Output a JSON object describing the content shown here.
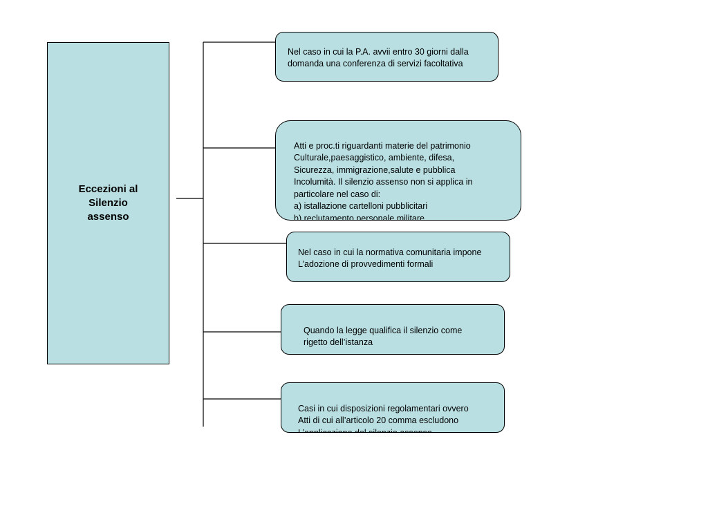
{
  "colors": {
    "box_fill": "#b9dfe2",
    "line": "#000000"
  },
  "main": {
    "title": "Eccezioni al\nSilenzio\nassenso"
  },
  "items": [
    {
      "text": "Nel caso in cui la P.A. avvii entro 30 giorni dalla\ndomanda una conferenza di servizi facoltativa"
    },
    {
      "text": "Atti e proc.ti riguardanti materie del patrimonio\nCulturale,paesaggistico, ambiente, difesa,\nSicurezza, immigrazione,salute e pubblica\nIncolumità. Il silenzio assenso non si applica in\n         particolare nel caso di:\na)      istallazione cartelloni pubblicitari\n b) reclutamento personale militare"
    },
    {
      "text": "Nel caso in cui la normativa comunitaria impone\nL’adozione di provvedimenti formali"
    },
    {
      "text": "Quando la legge qualifica il silenzio come\nrigetto dell’istanza"
    },
    {
      "text": "Casi in cui disposizioni regolamentari ovvero\nAtti di cui all’articolo 20 comma  escludono\nL’applicazione del silenzio assenso"
    }
  ]
}
